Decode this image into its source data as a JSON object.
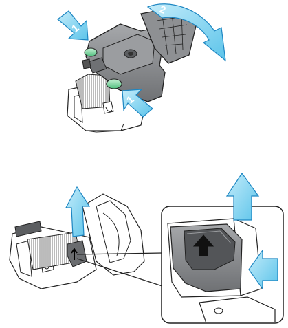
{
  "figure": {
    "panels": [
      {
        "id": "step-remove-cartridge-holder",
        "arrows": [
          {
            "label": "1",
            "icon": "arrow-down-right-icon"
          },
          {
            "label": "1",
            "icon": "arrow-up-left-icon"
          },
          {
            "label": "2",
            "icon": "curved-arrow-icon"
          }
        ]
      },
      {
        "id": "step-lift-staple-case",
        "arrows": [
          {
            "label": "",
            "icon": "arrow-up-icon"
          },
          {
            "label": "",
            "icon": "arrow-left-icon"
          }
        ],
        "detail_callout": {
          "icon": "push-up-arrow-icon"
        }
      }
    ],
    "colors": {
      "arrow_fill": "#7fd3ef",
      "arrow_stroke": "#1d86c2",
      "latch_green": "#7ed7a0",
      "housing_gray": "#8a8c8f",
      "line": "#222222"
    }
  }
}
